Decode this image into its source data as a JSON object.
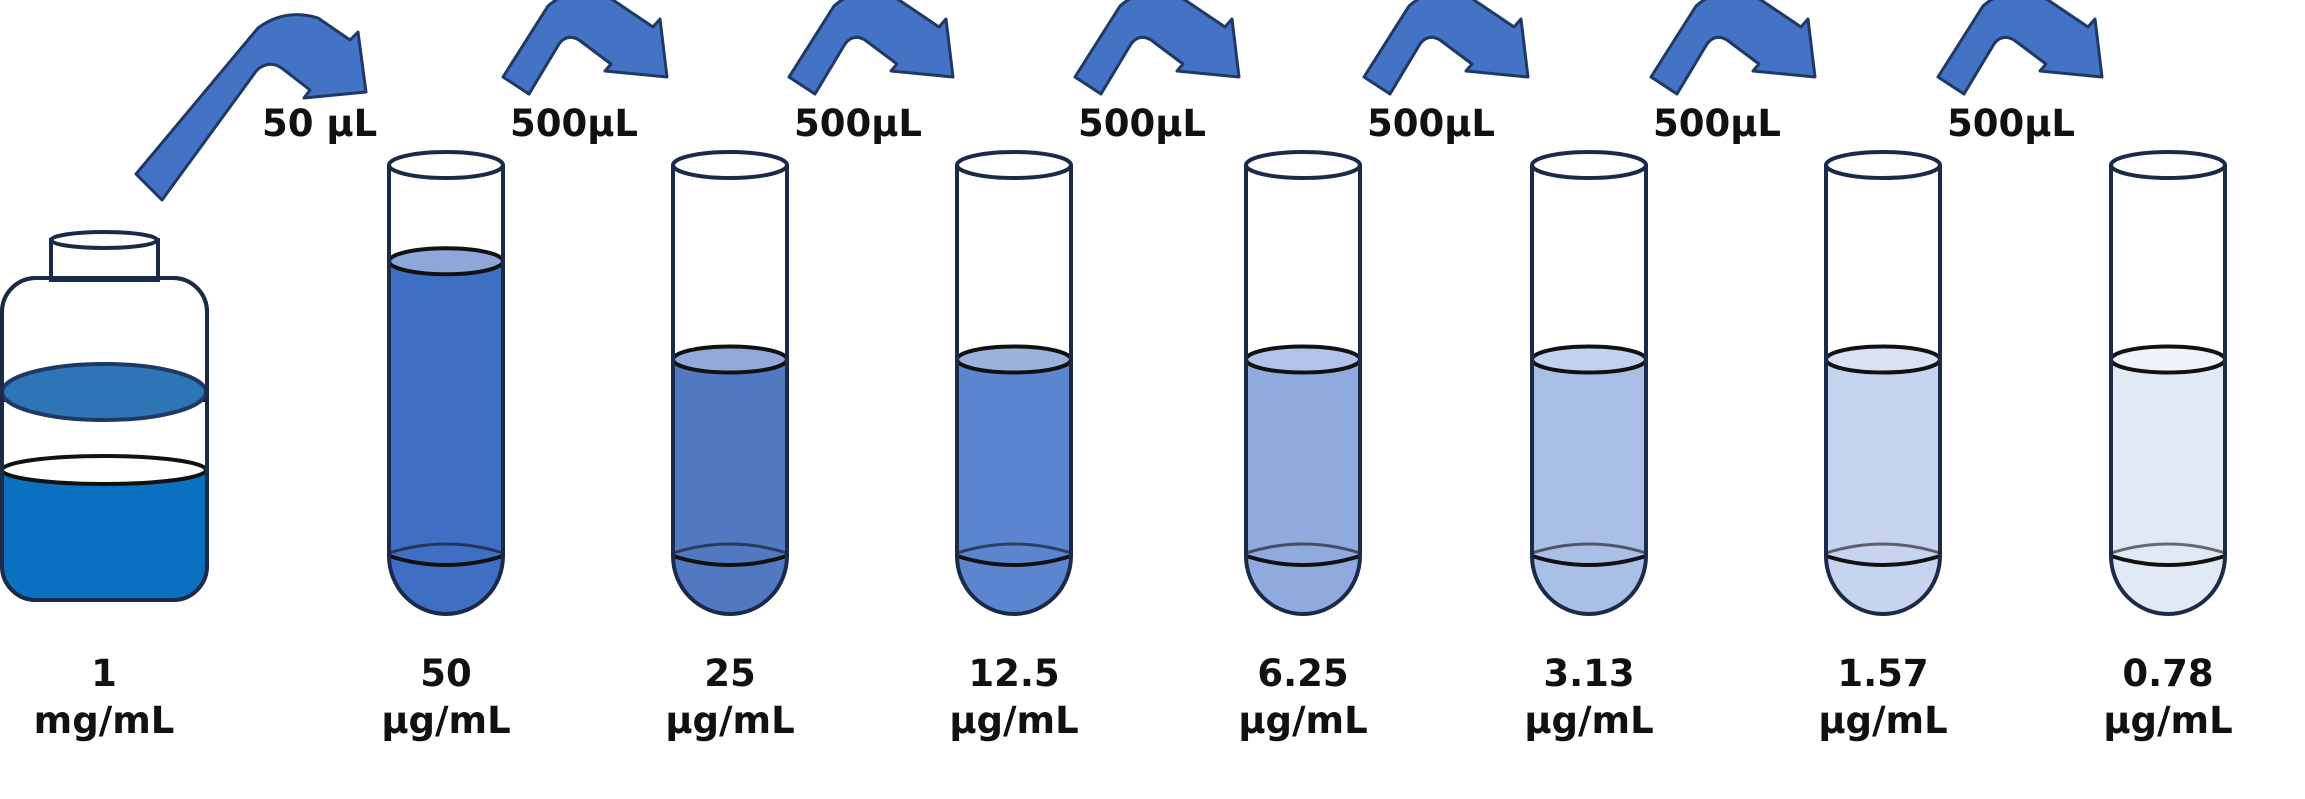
{
  "colors": {
    "outline": "#1c2a4a",
    "arrow_fill": "#4472c4",
    "arrow_stroke": "#1f3864",
    "stock_liquid": "#0a70c0",
    "stock_surface": "#2e75b6"
  },
  "stock": {
    "icon": "reagent-bottle-icon",
    "conc_value": "1",
    "conc_unit": "mg/mL"
  },
  "transfers": [
    {
      "volume": "50 µL"
    },
    {
      "volume": "500µL"
    },
    {
      "volume": "500µL"
    },
    {
      "volume": "500µL"
    },
    {
      "volume": "500µL"
    },
    {
      "volume": "500µL"
    },
    {
      "volume": "500µL"
    }
  ],
  "tubes": [
    {
      "conc_value": "50",
      "conc_unit": "µg/mL",
      "fill_level": 0.75,
      "liquid_color": "#3f6fc4",
      "surface_color": "#8ea7d9"
    },
    {
      "conc_value": "25",
      "conc_unit": "µg/mL",
      "fill_level": 0.5,
      "liquid_color": "#5079c2",
      "surface_color": "#93a9d9"
    },
    {
      "conc_value": "12.5",
      "conc_unit": "µg/mL",
      "fill_level": 0.5,
      "liquid_color": "#5b86cf",
      "surface_color": "#9bb2df"
    },
    {
      "conc_value": "6.25",
      "conc_unit": "µg/mL",
      "fill_level": 0.5,
      "liquid_color": "#8eaadf",
      "surface_color": "#b0c3e8"
    },
    {
      "conc_value": "3.13",
      "conc_unit": "µg/mL",
      "fill_level": 0.5,
      "liquid_color": "#a9bfe6",
      "surface_color": "#c2d1ee"
    },
    {
      "conc_value": "1.57",
      "conc_unit": "µg/mL",
      "fill_level": 0.5,
      "liquid_color": "#c7d4ef",
      "surface_color": "#d9e2f4"
    },
    {
      "conc_value": "0.78",
      "conc_unit": "µg/mL",
      "fill_level": 0.5,
      "liquid_color": "#e2e9f6",
      "surface_color": "#eef2fa"
    }
  ]
}
